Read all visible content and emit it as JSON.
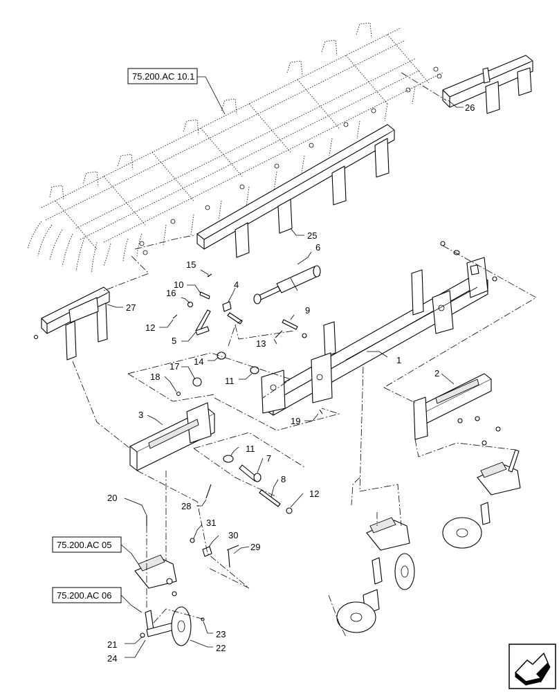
{
  "diagram": {
    "references": {
      "ref_top": "75.200.AC 10.1",
      "ref_mid": "75.200.AC 05",
      "ref_low": "75.200.AC 06"
    },
    "callouts": {
      "c1": "1",
      "c2": "2",
      "c3": "3",
      "c4": "4",
      "c5": "5",
      "c6": "6",
      "c7": "7",
      "c8": "8",
      "c9": "9",
      "c10": "10",
      "c11a": "11",
      "c11b": "11",
      "c12a": "12",
      "c12b": "12",
      "c13": "13",
      "c14": "14",
      "c15": "15",
      "c16": "16",
      "c17": "17",
      "c18": "18",
      "c19": "19",
      "c20": "20",
      "c21": "21",
      "c22": "22",
      "c23": "23",
      "c24": "24",
      "c25": "25",
      "c26": "26",
      "c27": "27",
      "c28": "28",
      "c29": "29",
      "c30": "30",
      "c31": "31"
    },
    "icons": {
      "navigation": "return-arrow-icon"
    }
  }
}
